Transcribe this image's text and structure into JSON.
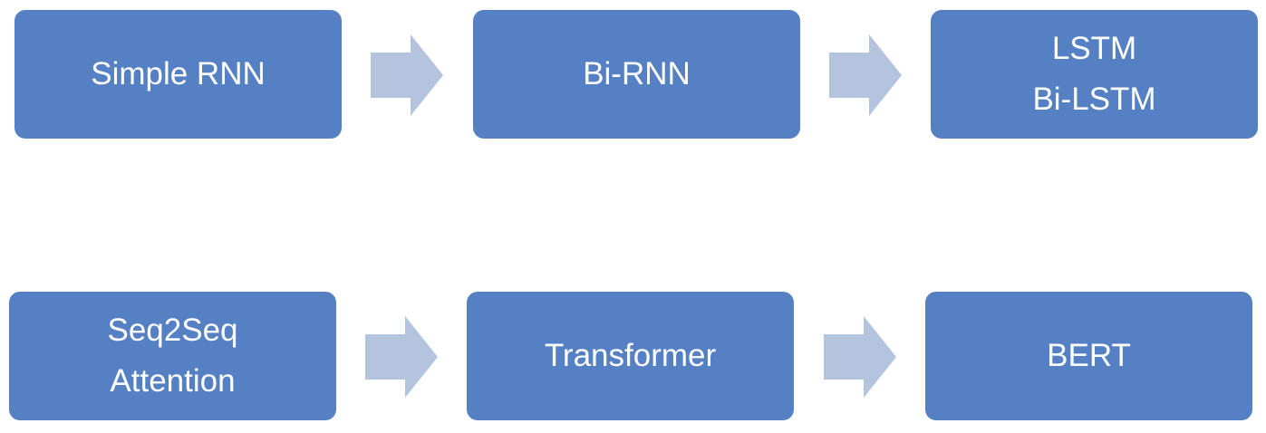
{
  "colors": {
    "box_fill": "#5580c3",
    "box_text": "#ffffff",
    "arrow_fill": "#b4c3de",
    "background": "#ffffff"
  },
  "rows": [
    {
      "boxes": [
        {
          "lines": [
            "Simple RNN"
          ]
        },
        {
          "lines": [
            "Bi-RNN"
          ]
        },
        {
          "lines": [
            "LSTM",
            "Bi-LSTM"
          ]
        }
      ]
    },
    {
      "boxes": [
        {
          "lines": [
            "Seq2Seq",
            "Attention"
          ]
        },
        {
          "lines": [
            "Transformer"
          ]
        },
        {
          "lines": [
            "BERT"
          ]
        }
      ]
    }
  ],
  "arrow_icon": "right-block-arrow-icon"
}
